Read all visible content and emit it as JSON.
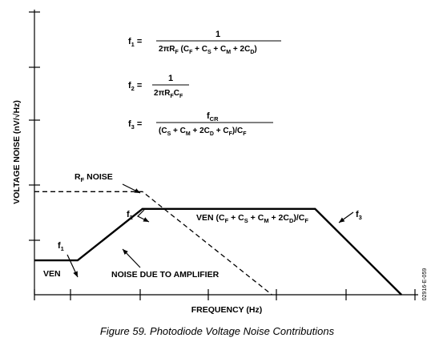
{
  "figure": {
    "caption": "Figure 59. Photodiode Voltage Noise Contributions",
    "side_code": "02916-E-059"
  },
  "chart_data": {
    "type": "line",
    "axes": {
      "xlabel": "FREQUENCY (Hz)",
      "ylabel": "VOLTAGE NOISE (nV/√Hz)",
      "x_scale": "log",
      "y_scale": "log",
      "tick_labels": false,
      "grid": false
    },
    "series": [
      {
        "label": "VEN",
        "style": "solid",
        "points": [
          [
            0.0,
            1.0
          ],
          [
            1.0,
            1.0
          ],
          [
            2.5,
            2.5
          ],
          [
            6.5,
            2.5
          ],
          [
            8.5,
            0.0
          ]
        ]
      },
      {
        "label": "RF NOISE",
        "style": "dashed",
        "points": [
          [
            0.0,
            3.0
          ],
          [
            2.5,
            3.0
          ],
          [
            5.5,
            0.0
          ]
        ]
      }
    ],
    "annotations": [
      {
        "id": "f1",
        "main": "f",
        "sub": "1"
      },
      {
        "id": "f2",
        "main": "f",
        "sub": "2"
      },
      {
        "id": "f3",
        "main": "f",
        "sub": "3"
      },
      {
        "id": "rf_noise",
        "parts": [
          "R",
          "F",
          " NOISE"
        ]
      },
      {
        "id": "noise_amp",
        "text": "NOISE DUE TO AMPLIFIER"
      },
      {
        "id": "ven_label",
        "text": "VEN"
      },
      {
        "id": "ven_flat",
        "parts": [
          "VEN (C",
          "F",
          " + C",
          "S",
          " + C",
          "M",
          " + 2C",
          "D",
          ")/C",
          "F"
        ]
      }
    ],
    "equations": {
      "f1": {
        "lhs": [
          "f",
          "1",
          " ="
        ],
        "num": "1",
        "den": [
          "2",
          "π",
          "R",
          "F",
          " (C",
          "F",
          " + C",
          "S",
          " + C",
          "M",
          " + 2C",
          "D",
          ")"
        ]
      },
      "f2": {
        "lhs": [
          "f",
          "2",
          " ="
        ],
        "num": "1",
        "den": [
          "2",
          "π",
          "R",
          "F",
          "C",
          "F"
        ]
      },
      "f3": {
        "lhs": [
          "f",
          "3",
          " ="
        ],
        "num": [
          "f",
          "CR"
        ],
        "den": [
          "(C",
          "S",
          " + C",
          "M",
          " + 2C",
          "D",
          " + C",
          "F",
          ")/C",
          "F"
        ]
      }
    }
  }
}
